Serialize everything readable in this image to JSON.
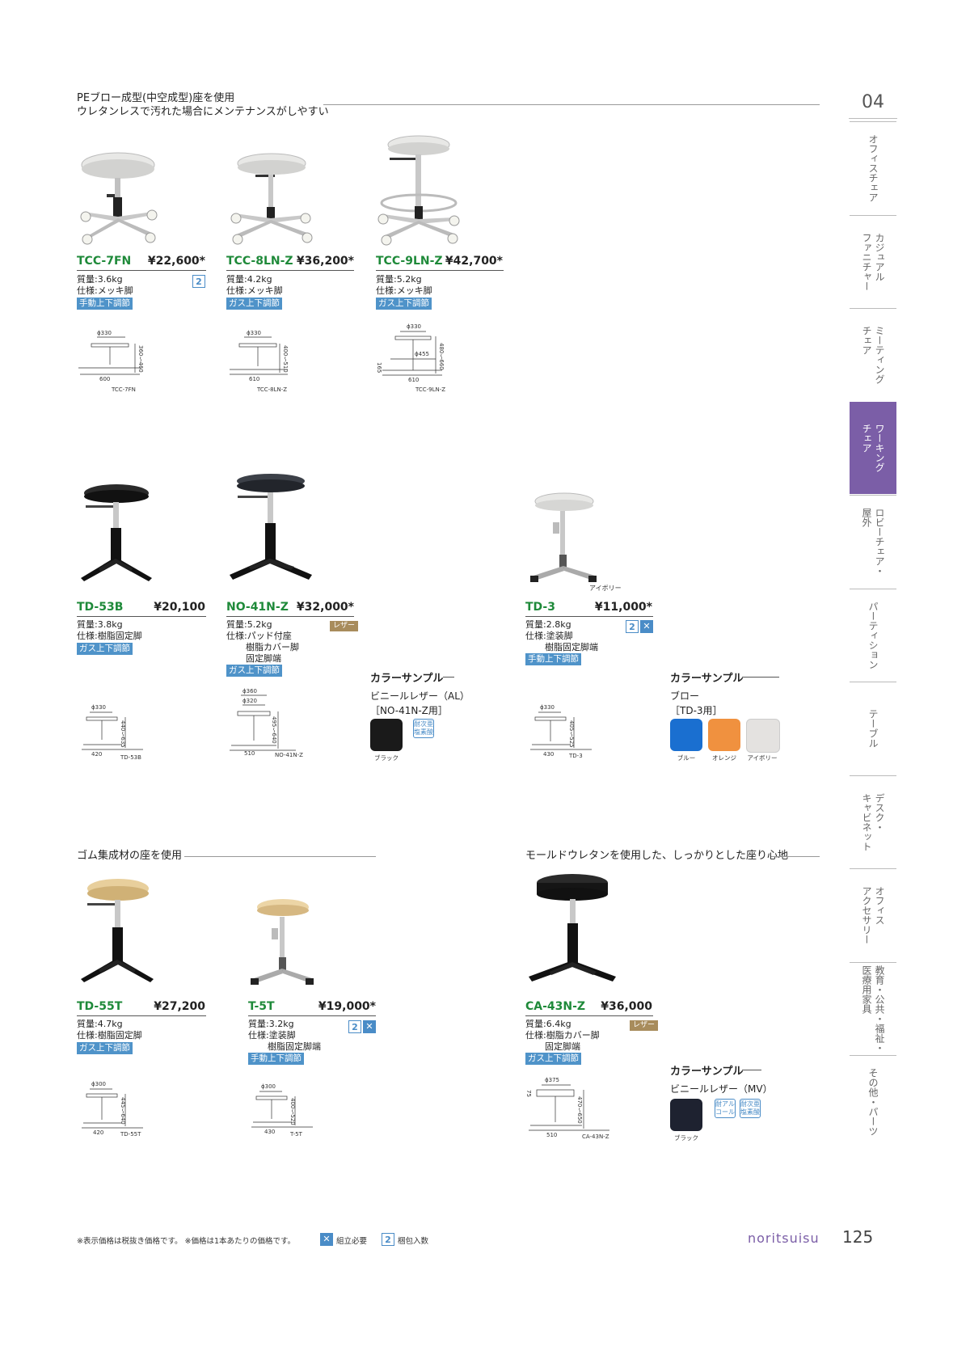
{
  "section_number": "04",
  "page_number": "125",
  "brand": "noritsuisu",
  "sections": {
    "pe": {
      "heading_line1": "PEブロー成型(中空成型)座を使用",
      "heading_line2": "ウレタンレスで汚れた場合にメンテナンスがしやすい"
    },
    "rubber": {
      "heading": "ゴム集成材の座を使用"
    },
    "mold": {
      "heading": "モールドウレタンを使用した、しっかりとした座り心地"
    }
  },
  "products": {
    "tcc7fn": {
      "code": "TCC-7FN",
      "price": "¥22,600*",
      "weight": "質量:3.6kg",
      "spec": "仕様:メッキ脚",
      "tag": "手動上下調節",
      "badge": "2",
      "dims": {
        "seat": "ϕ330",
        "width": "600",
        "height": "360〜460",
        "name": "TCC-7FN"
      }
    },
    "tcc8lnz": {
      "code": "TCC-8LN-Z",
      "price": "¥36,200*",
      "weight": "質量:4.2kg",
      "spec": "仕様:メッキ脚",
      "tag": "ガス上下調節",
      "dims": {
        "seat": "ϕ330",
        "width": "610",
        "height": "400〜510",
        "name": "TCC-8LN-Z"
      }
    },
    "tcc9lnz": {
      "code": "TCC-9LN-Z",
      "price": "¥42,700*",
      "weight": "質量:5.2kg",
      "spec": "仕様:メッキ脚",
      "tag": "ガス上下調節",
      "dims": {
        "seat": "ϕ330",
        "ring": "ϕ455",
        "width": "610",
        "height": "480〜660",
        "foot": "165",
        "name": "TCC-9LN-Z"
      }
    },
    "td53b": {
      "code": "TD-53B",
      "price": "¥20,100",
      "weight": "質量:3.8kg",
      "spec": "仕様:樹脂固定脚",
      "tag": "ガス上下調節",
      "dims": {
        "seat": "ϕ330",
        "width": "420",
        "height": "440〜635",
        "name": "TD-53B"
      }
    },
    "no41nz": {
      "code": "NO-41N-Z",
      "price": "¥32,000*",
      "weight": "質量:5.2kg",
      "spec_line1": "仕様:パッド付座",
      "spec_line2": "樹脂カバー脚",
      "spec_line3": "固定脚端",
      "tag": "ガス上下調節",
      "leather": "レザー",
      "dims": {
        "seat": "ϕ360",
        "seat2": "ϕ320",
        "width": "510",
        "height": "495〜640",
        "name": "NO-41N-Z"
      }
    },
    "td3": {
      "code": "TD-3",
      "price": "¥11,000*",
      "weight": "質量:2.8kg",
      "spec_line1": "仕様:塗装脚",
      "spec_line2": "樹脂固定脚端",
      "tag": "手動上下調節",
      "badge": "2",
      "color_note": "アイボリー",
      "dims": {
        "seat": "ϕ330",
        "width": "430",
        "height": "405〜525",
        "name": "TD-3"
      }
    },
    "td55t": {
      "code": "TD-55T",
      "price": "¥27,200",
      "weight": "質量:4.7kg",
      "spec": "仕様:樹脂固定脚",
      "tag": "ガス上下調節",
      "dims": {
        "seat": "ϕ300",
        "width": "420",
        "height": "445〜640",
        "name": "TD-55T"
      }
    },
    "t5t": {
      "code": "T-5T",
      "price": "¥19,000*",
      "weight": "質量:3.2kg",
      "spec_line1": "仕様:塗装脚",
      "spec_line2": "樹脂固定脚端",
      "tag": "手動上下調節",
      "badge": "2",
      "dims": {
        "seat": "ϕ300",
        "width": "430",
        "height": "400〜520",
        "name": "T-5T"
      }
    },
    "ca43nz": {
      "code": "CA-43N-Z",
      "price": "¥36,000",
      "weight": "質量:6.4kg",
      "spec_line1": "仕様:樹脂カバー脚",
      "spec_line2": "固定脚端",
      "tag": "ガス上下調節",
      "leather": "レザー",
      "dims": {
        "seat": "ϕ375",
        "width": "510",
        "height": "470〜650",
        "foot": "75",
        "name": "CA-43N-Z"
      }
    }
  },
  "color_samples": {
    "al": {
      "title": "カラーサンプル",
      "material": "ビニールレザー（AL）",
      "target": "［NO-41N-Z用］",
      "swatches": [
        {
          "label": "ブラック",
          "color": "#1a1a1a"
        }
      ],
      "badge_text": "耐次亜塩素酸"
    },
    "td3": {
      "title": "カラーサンプル",
      "material": "ブロー",
      "target": "［TD-3用］",
      "swatches": [
        {
          "label": "ブルー",
          "color": "#1a6fd0"
        },
        {
          "label": "オレンジ",
          "color": "#f0913f"
        },
        {
          "label": "アイボリー",
          "color": "#e4e2e0"
        }
      ]
    },
    "mv": {
      "title": "カラーサンプル",
      "material": "ビニールレザー（MV）",
      "swatches": [
        {
          "label": "ブラック",
          "color": "#1e2230"
        }
      ],
      "badge1_text": "耐アルコール",
      "badge2_text": "耐次亜塩素酸"
    }
  },
  "footer": {
    "note": "※表示価格は税抜き価格です。 ※価格は1本あたりの価格です。",
    "legend_tool": "組立必要",
    "legend_box": "梱包入数",
    "legend_box_num": "2"
  },
  "nav": [
    {
      "label": "オフィスチェア",
      "active": false
    },
    {
      "label": "カジュアル\nファニチャー",
      "active": false
    },
    {
      "label": "ミーティング\nチェア",
      "active": false
    },
    {
      "label": "ワーキング\nチェア",
      "active": true
    },
    {
      "label": "ロビーチェア・\n屋外",
      "active": false
    },
    {
      "label": "パーティション",
      "active": false
    },
    {
      "label": "テーブル",
      "active": false
    },
    {
      "label": "デスク・\nキャビネット",
      "active": false
    },
    {
      "label": "オフィス\nアクセサリー",
      "active": false
    },
    {
      "label": "教育・公共・福祉・\n医療用家具",
      "active": false
    },
    {
      "label": "その他・パーツ",
      "active": false
    }
  ]
}
